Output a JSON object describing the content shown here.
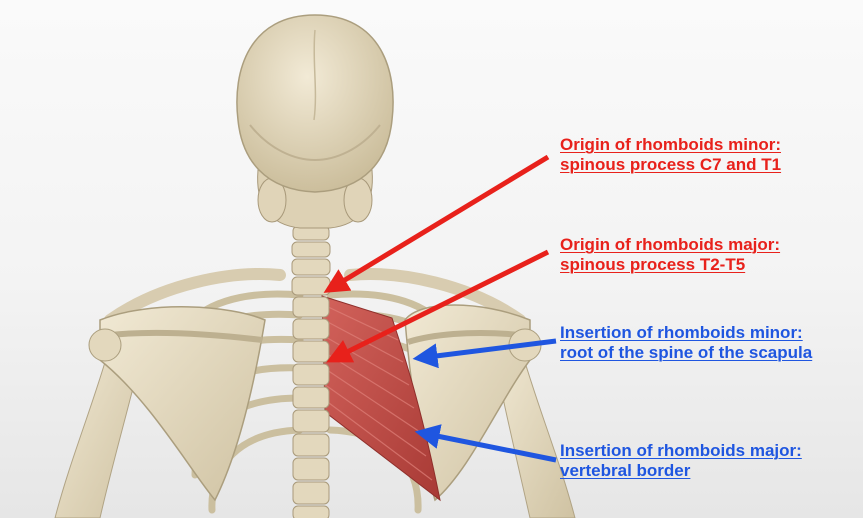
{
  "annotations": {
    "origin_minor": {
      "line1": "Origin of rhomboids minor:",
      "line2": "spinous process C7 and T1",
      "color": "#e8211b"
    },
    "origin_major": {
      "line1": "Origin of rhomboids major:",
      "line2": "spinous process T2-T5",
      "color": "#e8211b"
    },
    "insertion_minor": {
      "line1": "Insertion of rhomboids minor:",
      "line2": "root of the spine of the scapula",
      "color": "#1f56e0"
    },
    "insertion_major": {
      "line1": "Insertion of rhomboids major:",
      "line2": "vertebral border",
      "color": "#1f56e0"
    }
  },
  "colors": {
    "bone": "#e6dcc4",
    "bone_shadow": "#b7aa8c",
    "muscle": "#c44a44",
    "background": "#f3f3f3"
  }
}
